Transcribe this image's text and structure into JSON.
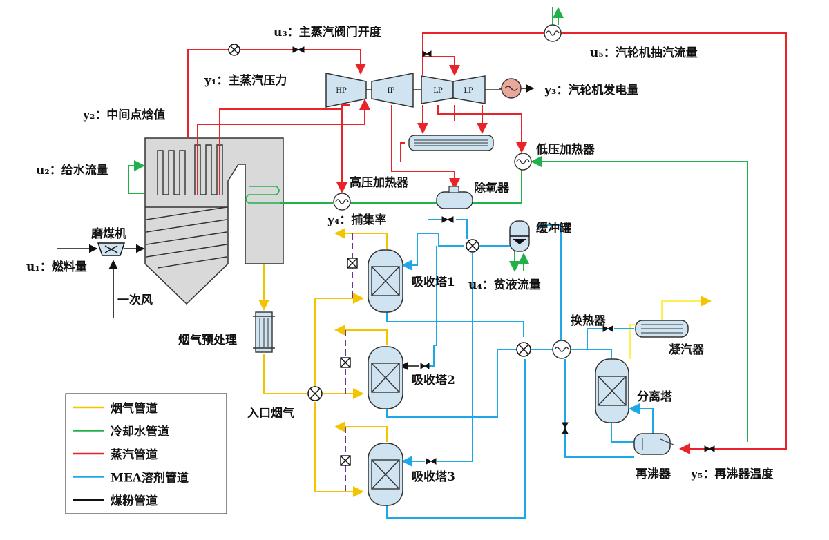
{
  "labels": {
    "u3_main_steam_valve": "u₃：主蒸汽阀门开度",
    "y1_main_steam_pressure": "y₁：主蒸汽压力",
    "y2_midpoint_enthalpy": "y₂：中间点焓值",
    "u2_feedwater_flow": "u₂：给水流量",
    "coal_mill": "磨煤机",
    "u1_fuel_flow": "u₁：燃料量",
    "primary_air": "一次风",
    "hp_heater": "高压加热器",
    "deaerator": "除氧器",
    "lp_heater": "低压加热器",
    "y4_capture_rate": "y₄：捕集率",
    "buffer_tank": "缓冲罐",
    "u4_lean_flow": "u₄：贫液流量",
    "absorber1": "吸收塔1",
    "absorber2": "吸收塔2",
    "absorber3": "吸收塔3",
    "flue_gas_pretreat": "烟气预处理",
    "inlet_flue_gas": "入口烟气",
    "heat_exchanger": "换热器",
    "condenser": "凝汽器",
    "separator": "分离塔",
    "reboiler": "再沸器",
    "y5_reboiler_temp": "y₅：再沸器温度",
    "u5_extraction_flow": "u₅：汽轮机抽汽流量",
    "y3_power_output": "y₃：汽轮机发电量",
    "turbine_hp": "HP",
    "turbine_ip": "IP",
    "turbine_lp1": "LP",
    "turbine_lp2": "LP"
  },
  "legend": {
    "items": [
      {
        "label": "烟气管道",
        "color": "#f5c400"
      },
      {
        "label": "冷却水管道",
        "color": "#22b04b"
      },
      {
        "label": "蒸汽管道",
        "color": "#e8242a"
      },
      {
        "label": "MEA溶剂管道",
        "color": "#1fa8e8"
      },
      {
        "label": "煤粉管道",
        "color": "#111111"
      }
    ]
  },
  "colors": {
    "flue": "#f5c400",
    "cooling": "#22b04b",
    "steam": "#e8242a",
    "mea": "#1fa8e8",
    "coal": "#111111",
    "equipment_fill": "#d9d9d9",
    "vessel_fill": "#cfe3f0",
    "purple_dash": "#7030a0"
  }
}
